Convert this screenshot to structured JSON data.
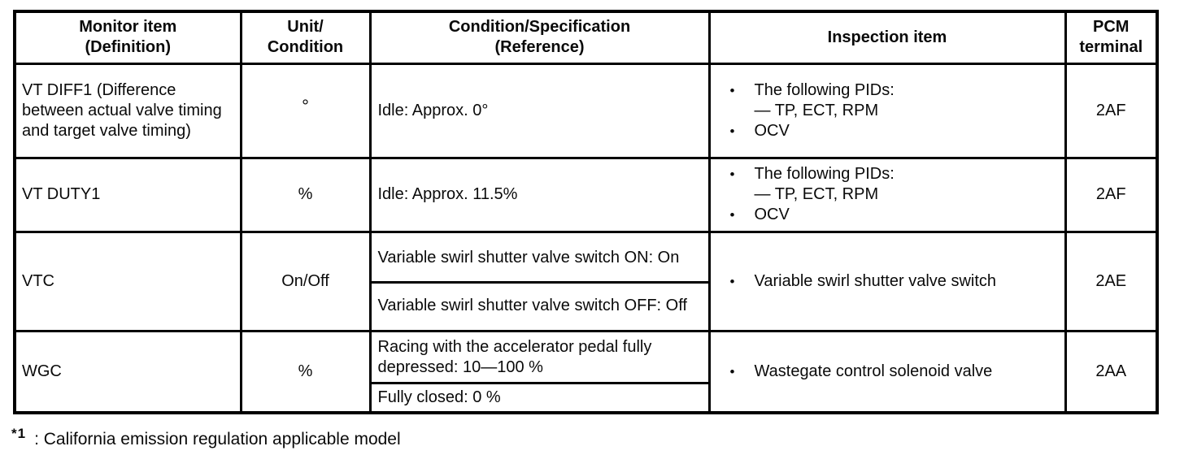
{
  "glyphs": {
    "bullet": "•"
  },
  "table": {
    "headers": {
      "monitor": "Monitor item\n(Definition)",
      "unit": "Unit/\nCondition",
      "condition": "Condition/Specification\n(Reference)",
      "inspection": "Inspection item",
      "terminal": "PCM\nterminal"
    },
    "rows": [
      {
        "monitor": "VT DIFF1 (Difference between actual valve timing and target valve timing)",
        "unit": "°",
        "conditions": [
          "Idle: Approx. 0°"
        ],
        "inspection": [
          "The following PIDs:\n— TP, ECT, RPM",
          "OCV"
        ],
        "terminal": "2AF"
      },
      {
        "monitor": "VT DUTY1",
        "unit": "%",
        "conditions": [
          "Idle: Approx. 11.5%"
        ],
        "inspection": [
          "The following PIDs:\n— TP, ECT, RPM",
          "OCV"
        ],
        "terminal": "2AF"
      },
      {
        "monitor": "VTC",
        "unit": "On/Off",
        "conditions": [
          "Variable swirl shutter valve switch ON: On",
          "Variable swirl shutter valve switch OFF: Off"
        ],
        "inspection": [
          "Variable swirl shutter valve switch"
        ],
        "terminal": "2AE"
      },
      {
        "monitor": "WGC",
        "unit": "%",
        "conditions": [
          "Racing with the accelerator pedal fully depressed: 10—100 %",
          "Fully closed: 0 %"
        ],
        "inspection": [
          "Wastegate control solenoid valve"
        ],
        "terminal": "2AA"
      }
    ]
  },
  "footnote": {
    "marker": "*1",
    "text": ": California emission regulation applicable model"
  }
}
